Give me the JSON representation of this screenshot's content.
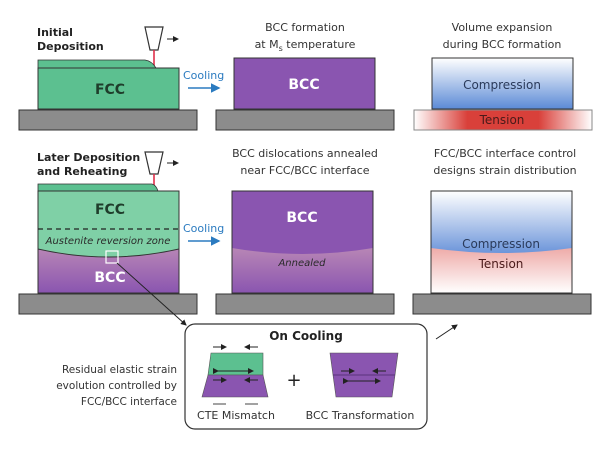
{
  "panel1": {
    "title_line1": "Initial",
    "title_line2": "Deposition",
    "block_label": "FCC"
  },
  "arrow1": {
    "label": "Cooling"
  },
  "panel2": {
    "caption_line1": "BCC formation",
    "caption_line2_prefix": "at M",
    "caption_line2_sub": "s",
    "caption_line2_suffix": " temperature",
    "block_label": "BCC"
  },
  "panel3": {
    "caption_line1": "Volume expansion",
    "caption_line2": "during BCC formation",
    "upper_label": "Compression",
    "lower_label": "Tension"
  },
  "panel4": {
    "title_line1": "Later Deposition",
    "title_line2": "and Reheating",
    "upper_label": "FCC",
    "zone_label": "Austenite reversion zone",
    "lower_label": "BCC"
  },
  "arrow2": {
    "label": "Cooling"
  },
  "panel5": {
    "caption_line1": "BCC dislocations annealed",
    "caption_line2": "near FCC/BCC interface",
    "upper_label": "BCC",
    "lower_label": "Annealed"
  },
  "panel6": {
    "caption_line1": "FCC/BCC interface control",
    "caption_line2": "designs strain distribution",
    "upper_label": "Compression",
    "lower_label": "Tension"
  },
  "inset": {
    "title": "On Cooling",
    "left_label": "CTE Mismatch",
    "operator": "+",
    "right_label": "BCC Transformation"
  },
  "side_note": {
    "line1": "Residual elastic strain",
    "line2": "evolution controlled by",
    "line3": "FCC/BCC interface"
  },
  "colors": {
    "fcc": "#5cc090",
    "fcc_light": "#7fd0a6",
    "bcc": "#8a55b0",
    "substrate": "#8c8c8c",
    "cooling": "#2b7bc0",
    "compression": "#5b8ad6",
    "tension": "#d9403a",
    "laser": "#e0304a"
  }
}
